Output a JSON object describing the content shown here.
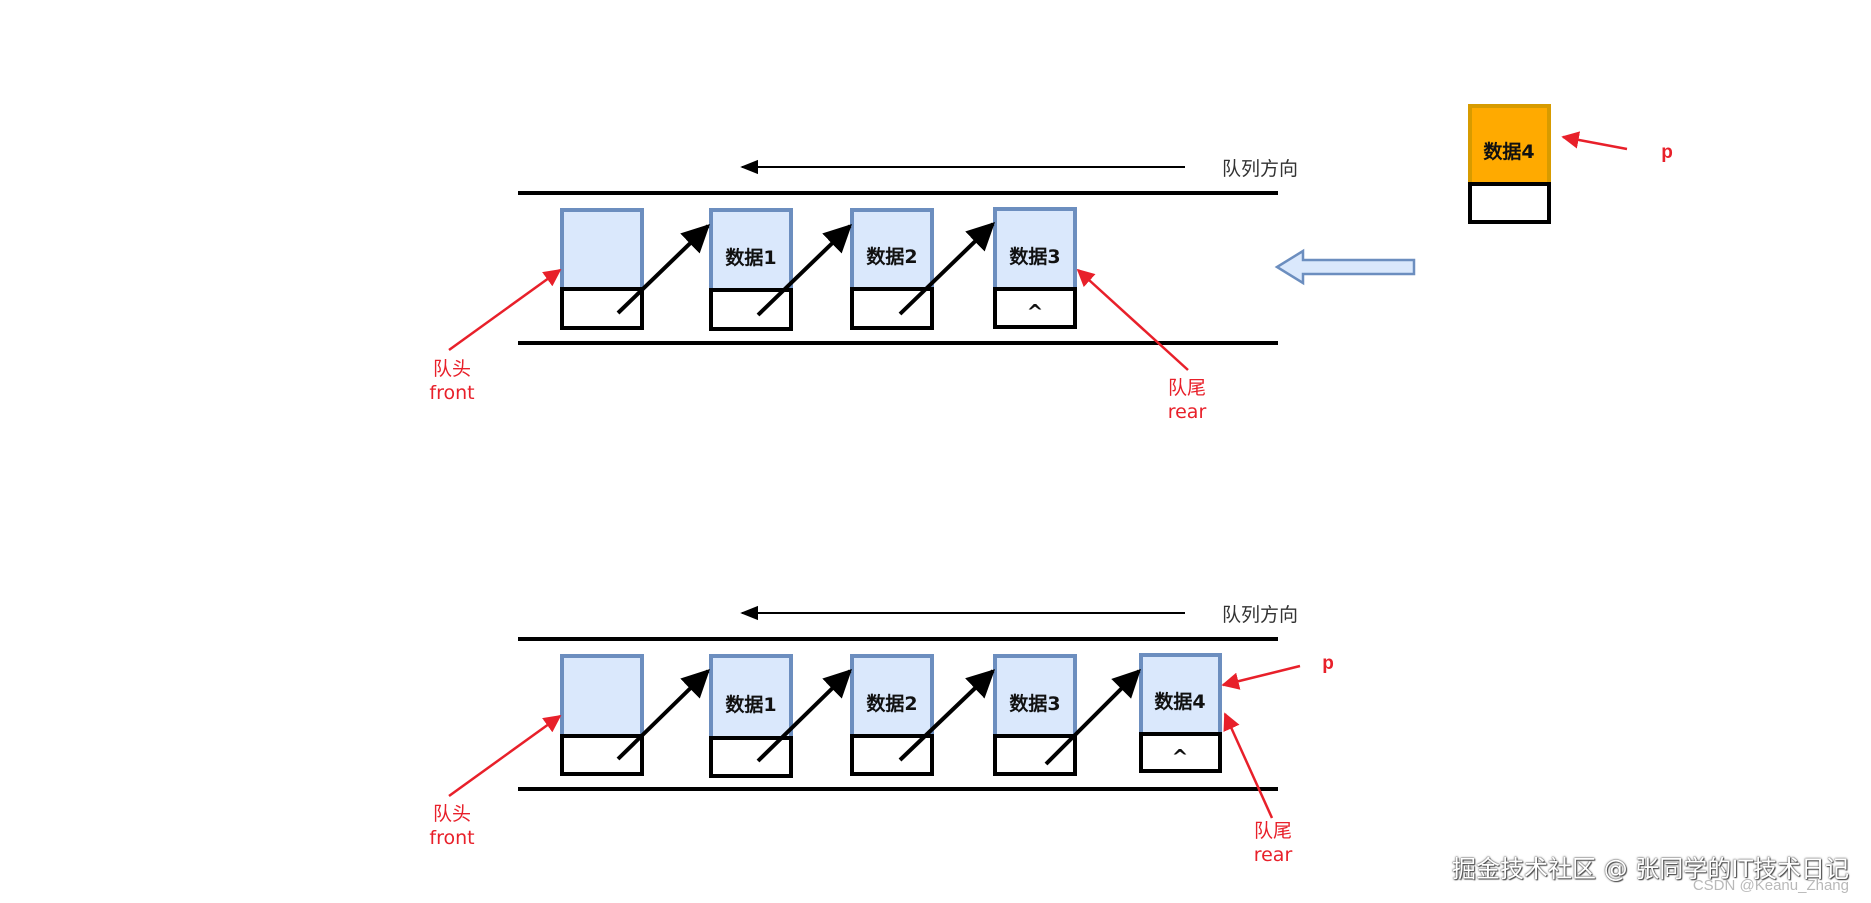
{
  "direction_label": "队列方向",
  "front_label": [
    "队头",
    "front"
  ],
  "rear_label": [
    "队尾",
    "rear"
  ],
  "pointer_label": "p",
  "null_symbol": "^",
  "top_queue": {
    "nodes": [
      "",
      "数据1",
      "数据2",
      "数据3"
    ]
  },
  "new_node": {
    "label": "数据4"
  },
  "bottom_queue": {
    "nodes": [
      "",
      "数据1",
      "数据2",
      "数据3",
      "数据4"
    ]
  },
  "watermark": {
    "main": "掘金技术社区 @ 张同学的IT技术日记",
    "sub": "CSDN @Keanu_Zhang"
  },
  "colors": {
    "node_fill": "#dae8fc",
    "node_stroke": "#6c8ebf",
    "new_node_fill": "#ffaa00",
    "new_node_stroke": "#d79b00",
    "pointer_red": "#e8202a",
    "link_black": "#000000"
  }
}
